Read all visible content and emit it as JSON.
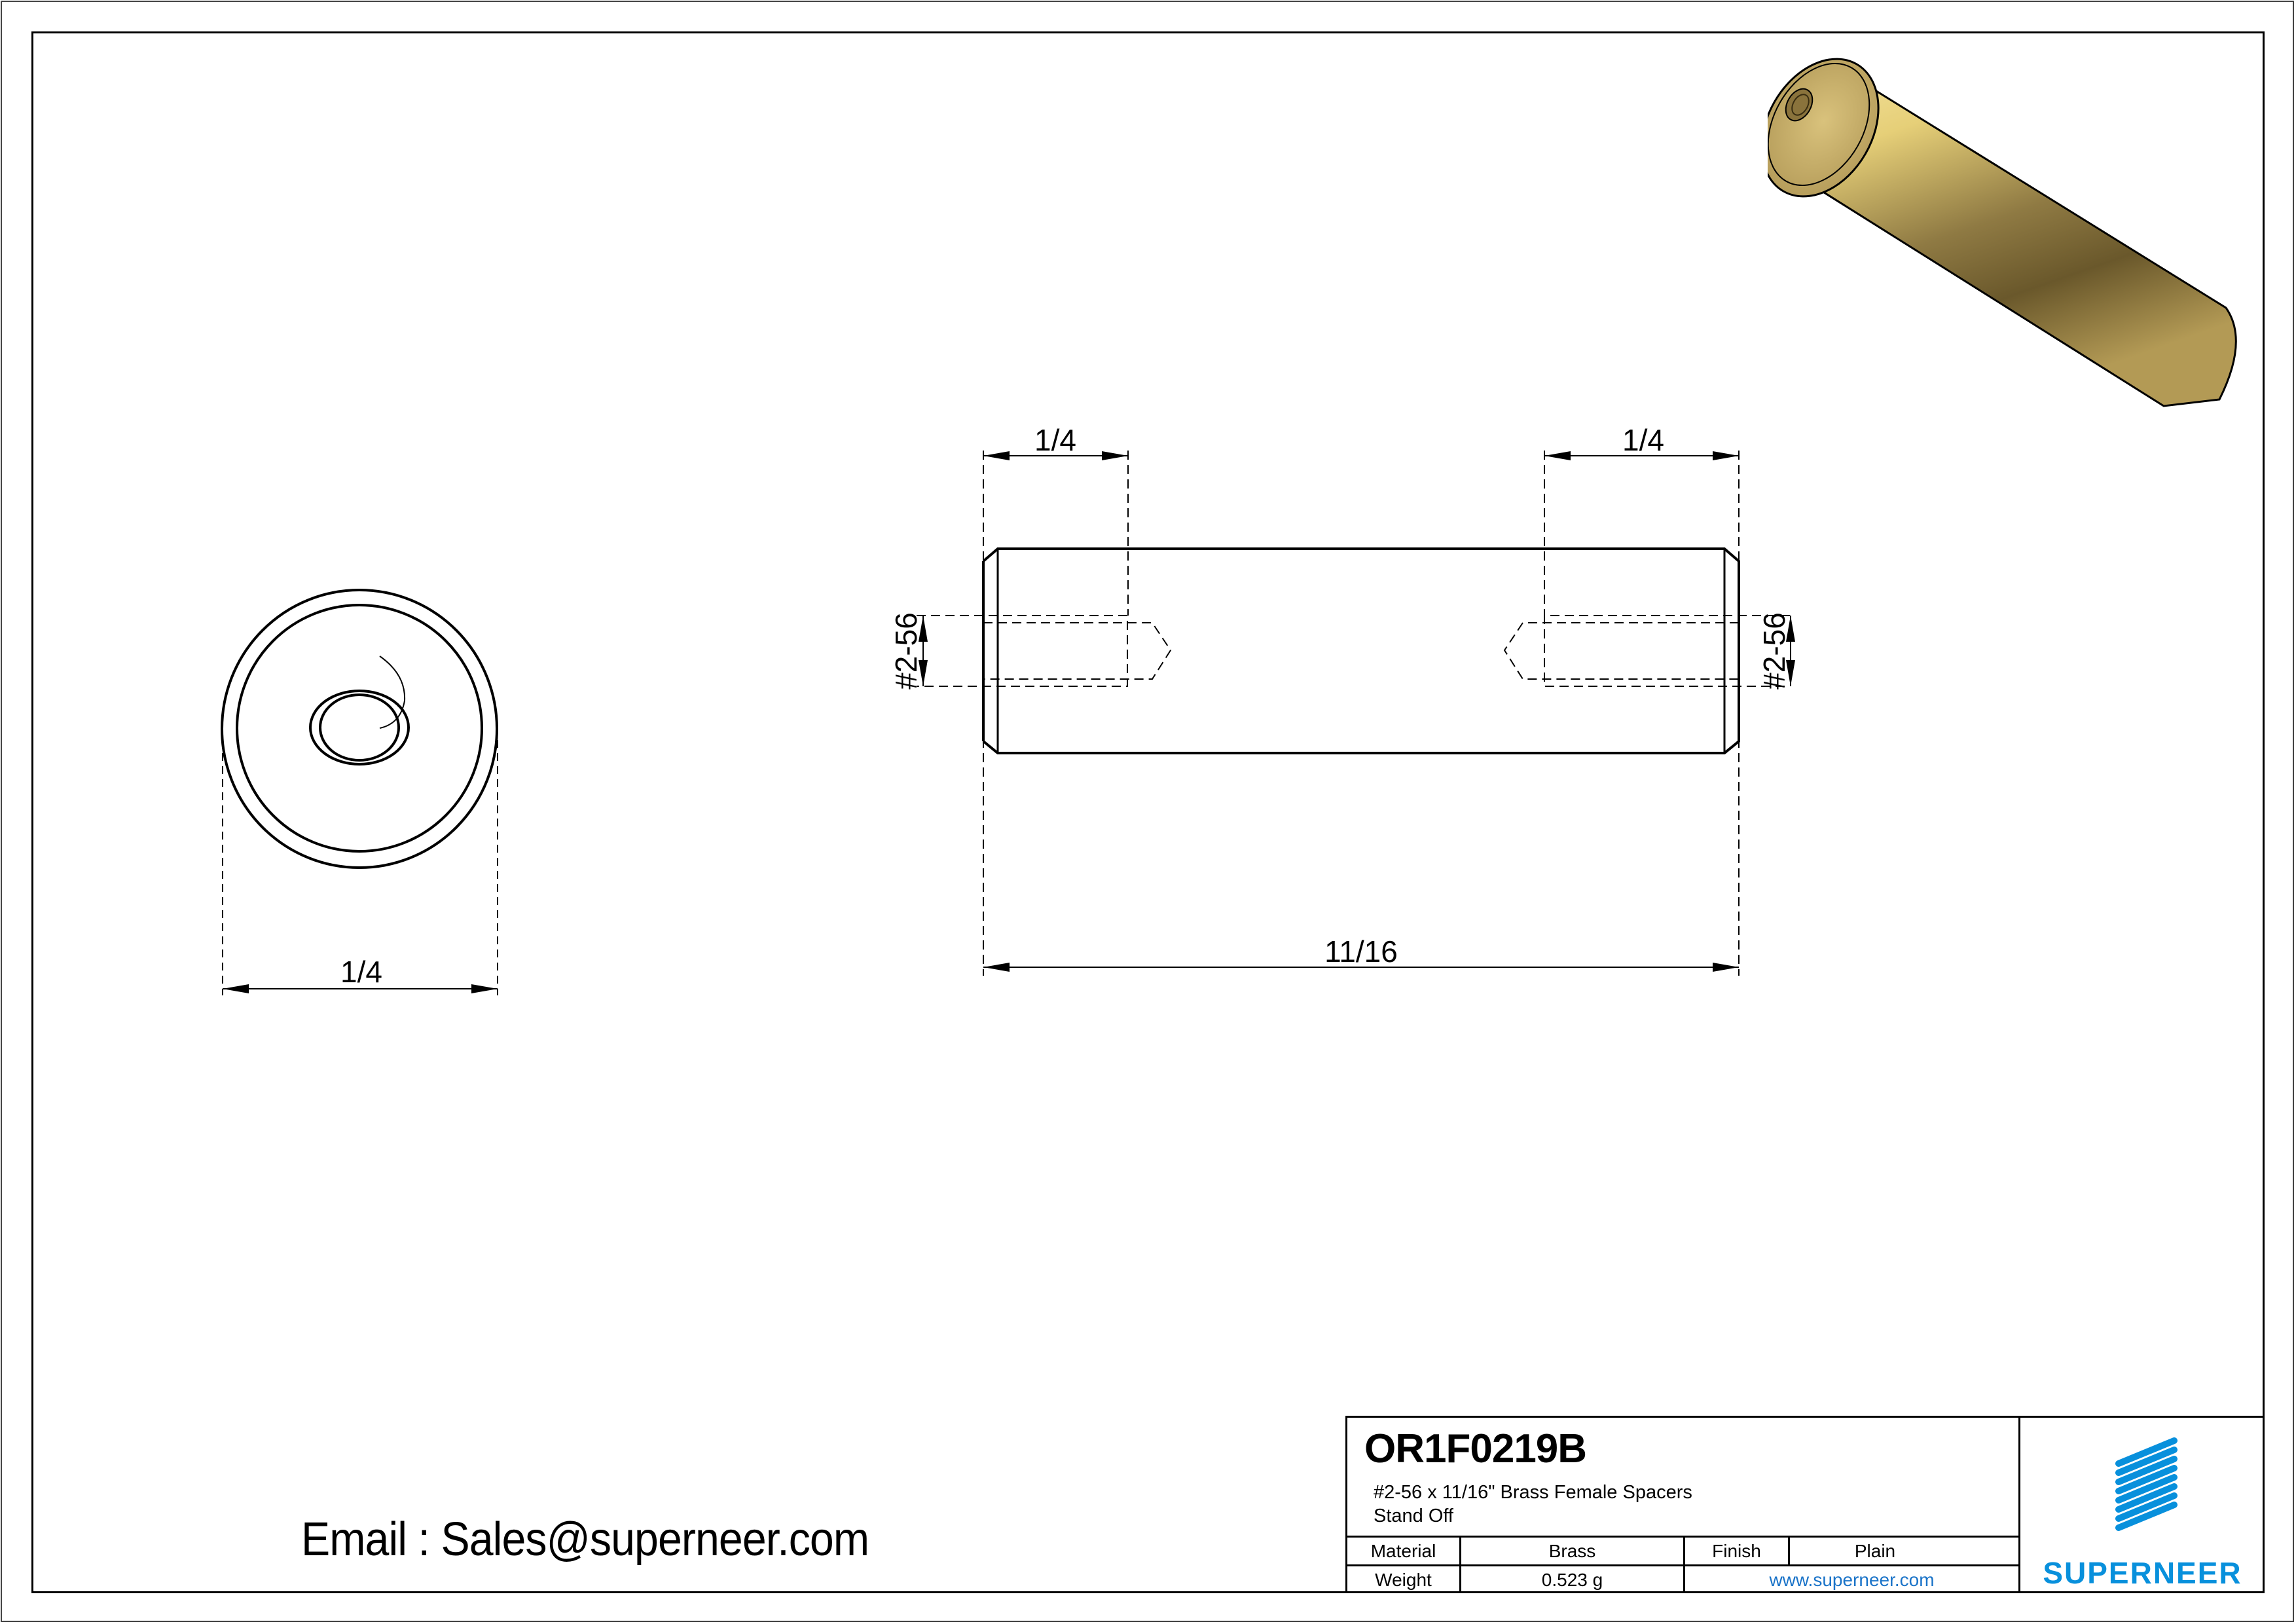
{
  "drawing": {
    "end_view": {
      "diameter_dim": "1/4"
    },
    "side_view": {
      "left_thread_depth_dim": "1/4",
      "right_thread_depth_dim": "1/4",
      "left_thread_callout": "#2-56",
      "right_thread_callout": "#2-56",
      "overall_length_dim": "11/16"
    },
    "iso_view": {
      "description": "brass-standoff-3d-render"
    }
  },
  "email": {
    "text": "Email : Sales@superneer.com"
  },
  "title_block": {
    "part_number": "OR1F0219B",
    "description_line1": "#2-56 x 11/16\" Brass Female Spacers",
    "description_line2": "Stand Off",
    "material_label": "Material",
    "material_value": "Brass",
    "finish_label": "Finish",
    "finish_value": "Plain",
    "weight_label": "Weight",
    "weight_value": "0.523 g",
    "website": "www.superneer.com",
    "logo_text": "SUPERNEER"
  },
  "colors": {
    "brand_blue": "#0890dc",
    "link_blue": "#1a73c8",
    "brass_light": "#e8d48a",
    "brass_dark": "#6e5c2e",
    "line": "#000000"
  }
}
